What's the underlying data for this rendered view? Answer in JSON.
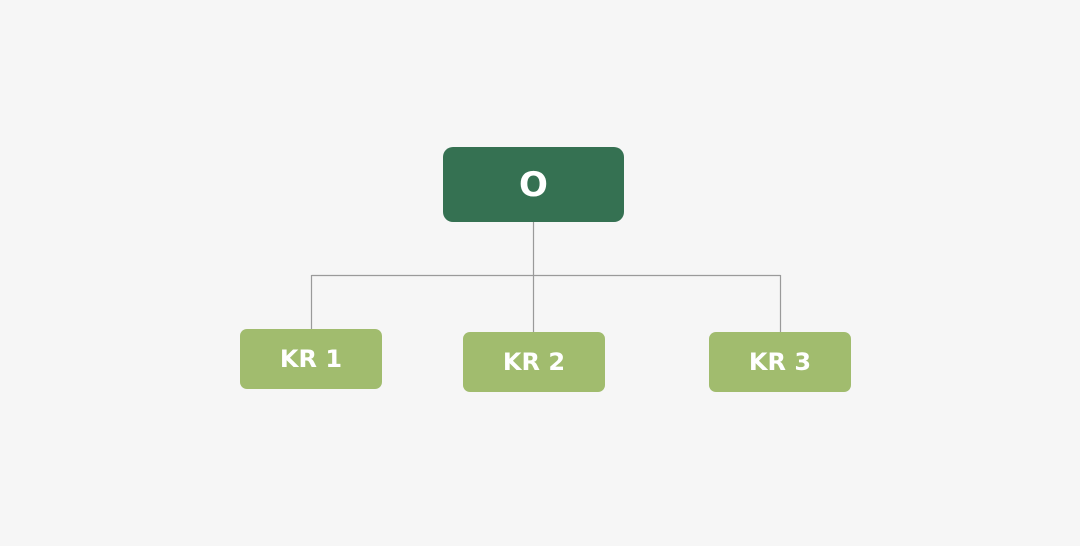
{
  "diagram": {
    "root": {
      "label": "O"
    },
    "children": [
      {
        "label": "KR 1"
      },
      {
        "label": "KR 2"
      },
      {
        "label": "KR 3"
      }
    ]
  },
  "colors": {
    "background": "#f6f6f6",
    "root_fill": "#357152",
    "child_fill": "#a1bc6e",
    "connector": "#9a9a9a",
    "text": "#ffffff"
  }
}
